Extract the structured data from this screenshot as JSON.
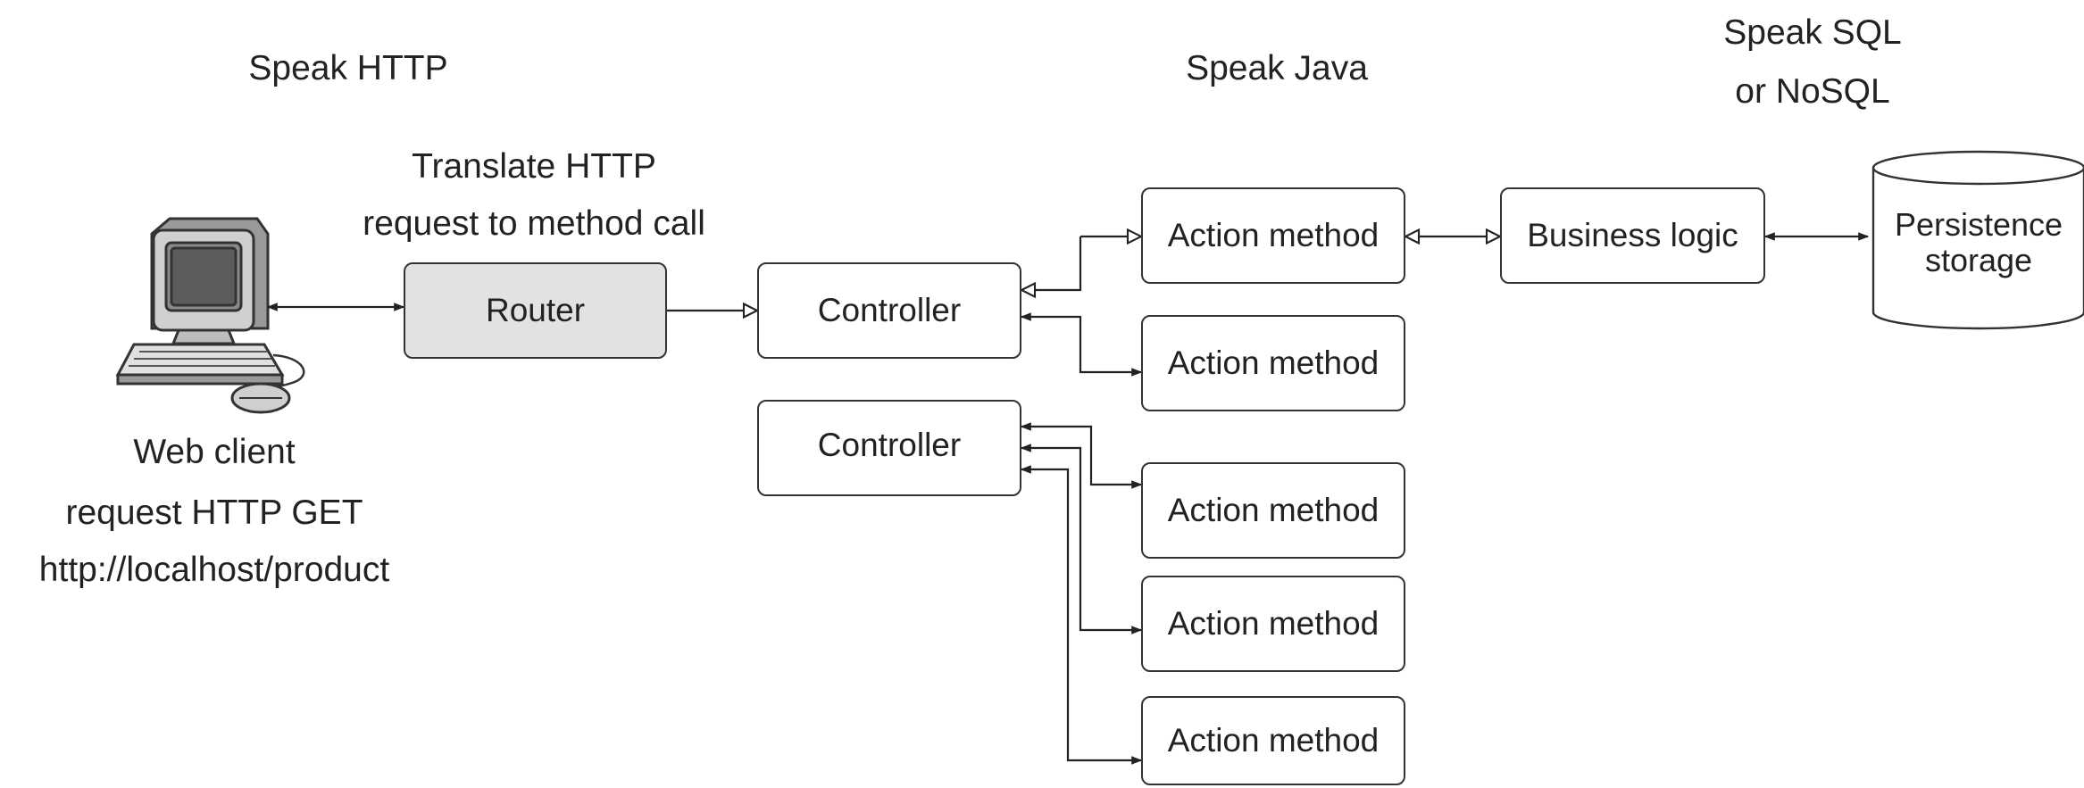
{
  "headings": {
    "speak_http": "Speak HTTP",
    "speak_java": "Speak Java",
    "speak_sql_line1": "Speak SQL",
    "speak_sql_line2": "or NoSQL",
    "translate_line1": "Translate HTTP",
    "translate_line2": "request to method call"
  },
  "client": {
    "icon": "computer-icon",
    "caption_line1": "Web client",
    "caption_line2": "request HTTP GET",
    "caption_line3": "http://localhost/product"
  },
  "nodes": {
    "router": "Router",
    "controller_1": "Controller",
    "controller_2": "Controller",
    "action_1": "Action method",
    "action_2": "Action method",
    "action_3": "Action method",
    "action_4": "Action method",
    "action_5": "Action method",
    "business_logic": "Business logic",
    "storage_line1": "Persistence",
    "storage_line2": "storage"
  },
  "colors": {
    "router_fill": "#e2e2e2",
    "stroke": "#333333"
  }
}
